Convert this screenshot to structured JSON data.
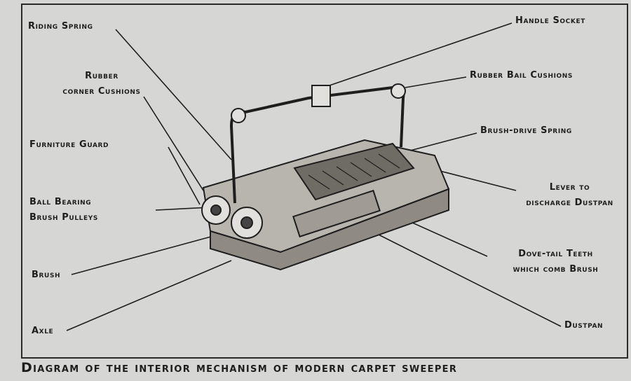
{
  "labels": {
    "riding_spring": "Riding Spring",
    "rubber_corner_1": "Rubber",
    "rubber_corner_2": "corner Cushions",
    "furniture_guard": "Furniture Guard",
    "ball_bearing_1": "Ball Bearing",
    "ball_bearing_2": "Brush Pulleys",
    "brush": "Brush",
    "axle": "Axle",
    "handle_socket": "Handle Socket",
    "rubber_bail": "Rubber Bail Cushions",
    "brush_drive": "Brush-drive Spring",
    "lever_1": "Lever to",
    "lever_2": "discharge Dustpan",
    "dovetail_1": "Dove-tail Teeth",
    "dovetail_2": "which comb Brush",
    "dustpan": "Dustpan"
  },
  "caption": "Diagram of the interior mechanism of modern carpet sweeper"
}
